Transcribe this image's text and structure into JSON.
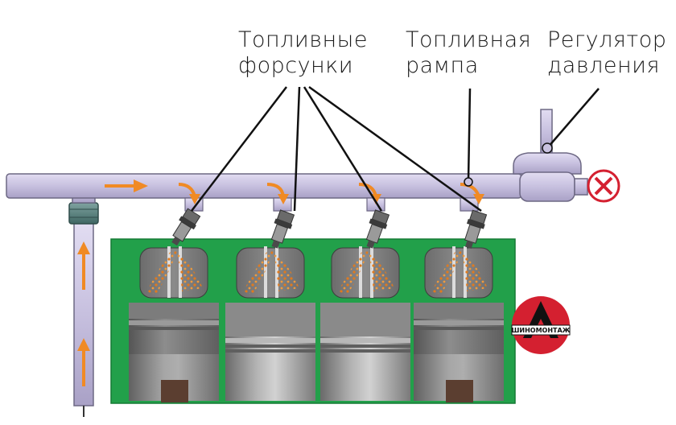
{
  "labels": {
    "injectors": {
      "line1": "Топливные",
      "line2": "форсунки"
    },
    "rail": {
      "line1": "Топливная",
      "line2": "рампа"
    },
    "regulator": {
      "line1": "Регулятор",
      "line2": "давления"
    }
  },
  "logo": {
    "text": "ШИНОМОНТАЖ",
    "icon": "letter-a-logo-icon"
  },
  "icons": {
    "blocked_return": "red-x-circle-icon"
  },
  "colors": {
    "engine_block": "#22a04a",
    "rail": "#c9c2e0",
    "rail_outline": "#6d6884",
    "flow_arrow": "#f08a24",
    "fuel_spray": "#e07a1e",
    "blocked": "#d42030",
    "logo": "#d42030"
  }
}
